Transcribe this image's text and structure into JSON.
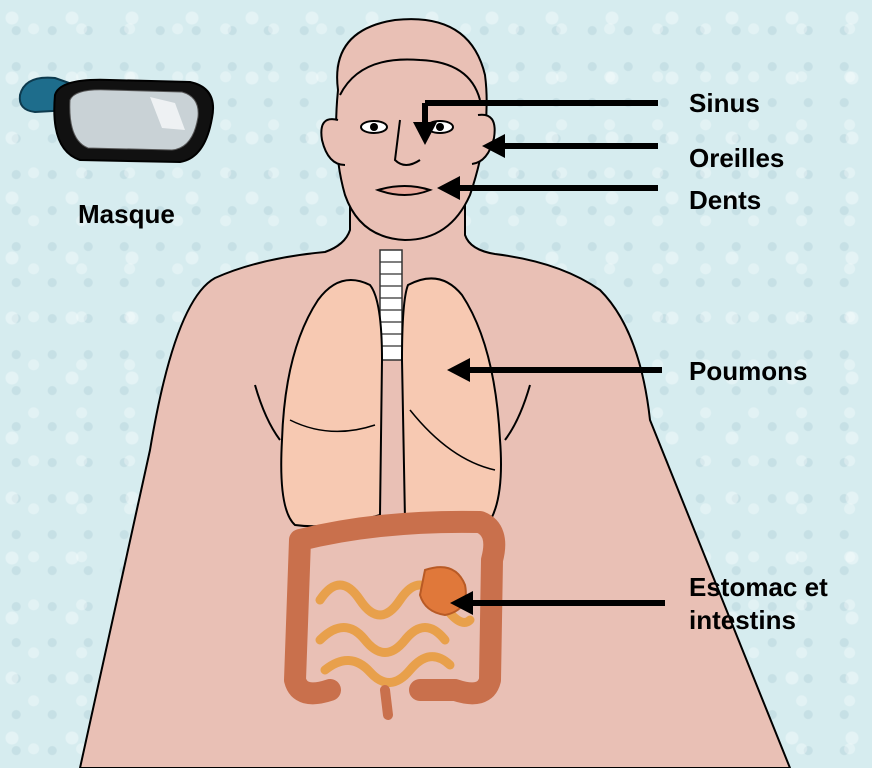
{
  "labels": {
    "sinus": "Sinus",
    "oreilles": "Oreilles",
    "dents": "Dents",
    "poumons": "Poumons",
    "estomac": "Estomac et\nintestins",
    "masque": "Masque"
  },
  "colors": {
    "background": "#d6ecef",
    "skin": "#e9c0b5",
    "lungs": "#f7c9b2",
    "colon": "#c9704c",
    "small_intestine": "#e8a04b",
    "stomach": "#e0783a",
    "mask_strap": "#1e6d8c",
    "arrow": "#000000"
  }
}
